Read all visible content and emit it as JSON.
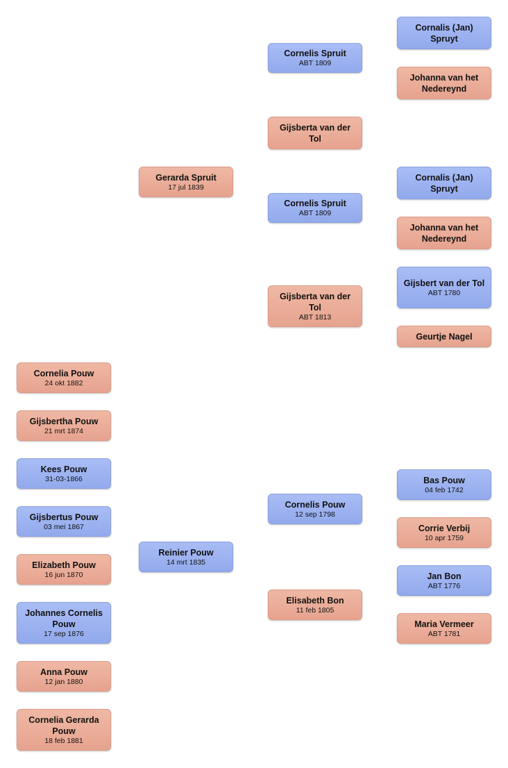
{
  "tree": {
    "persons": [
      {
        "id": "p1",
        "name": "Cornalis (Jan) Spruyt",
        "date": "",
        "gender": "male"
      },
      {
        "id": "p2",
        "name": "Cornelis Spruit",
        "date": "ABT 1809",
        "gender": "male"
      },
      {
        "id": "p3",
        "name": "Johanna van het Nedereynd",
        "date": "",
        "gender": "female"
      },
      {
        "id": "p4",
        "name": "Gijsberta van der Tol",
        "date": "",
        "gender": "female"
      },
      {
        "id": "p5",
        "name": "Gerarda Spruit",
        "date": "17 jul 1839",
        "gender": "female"
      },
      {
        "id": "p6",
        "name": "Cornalis (Jan) Spruyt",
        "date": "",
        "gender": "male"
      },
      {
        "id": "p7",
        "name": "Cornelis Spruit",
        "date": "ABT 1809",
        "gender": "male"
      },
      {
        "id": "p8",
        "name": "Johanna van het Nedereynd",
        "date": "",
        "gender": "female"
      },
      {
        "id": "p9",
        "name": "Gijsbert van der Tol",
        "date": "ABT 1780",
        "gender": "male"
      },
      {
        "id": "p10",
        "name": "Gijsberta van der Tol",
        "date": "ABT 1813",
        "gender": "female"
      },
      {
        "id": "p11",
        "name": "Geurtje Nagel",
        "date": "",
        "gender": "female"
      },
      {
        "id": "p12",
        "name": "Cornelia Pouw",
        "date": "24 okt 1882",
        "gender": "female"
      },
      {
        "id": "p13",
        "name": "Gijsbertha Pouw",
        "date": "21 mrt 1874",
        "gender": "female"
      },
      {
        "id": "p14",
        "name": "Kees Pouw",
        "date": "31-03-1866",
        "gender": "male"
      },
      {
        "id": "p15",
        "name": "Bas Pouw",
        "date": "04 feb 1742",
        "gender": "male"
      },
      {
        "id": "p16",
        "name": "Cornelis Pouw",
        "date": "12 sep 1798",
        "gender": "male"
      },
      {
        "id": "p17",
        "name": "Gijsbertus Pouw",
        "date": "03 mei 1867",
        "gender": "male"
      },
      {
        "id": "p18",
        "name": "Corrie Verbij",
        "date": "10 apr 1759",
        "gender": "female"
      },
      {
        "id": "p19",
        "name": "Reinier Pouw",
        "date": "14 mrt 1835",
        "gender": "male"
      },
      {
        "id": "p20",
        "name": "Elizabeth Pouw",
        "date": "16 jun 1870",
        "gender": "female"
      },
      {
        "id": "p21",
        "name": "Jan Bon",
        "date": "ABT 1776",
        "gender": "male"
      },
      {
        "id": "p22",
        "name": "Elisabeth Bon",
        "date": "11 feb 1805",
        "gender": "female"
      },
      {
        "id": "p23",
        "name": "Johannes Cornelis Pouw",
        "date": "17 sep 1876",
        "gender": "male"
      },
      {
        "id": "p24",
        "name": "Maria Vermeer",
        "date": "ABT 1781",
        "gender": "female"
      },
      {
        "id": "p25",
        "name": "Anna Pouw",
        "date": "12 jan 1880",
        "gender": "female"
      },
      {
        "id": "p26",
        "name": "Cornelia Gerarda Pouw",
        "date": "18 feb 1881",
        "gender": "female"
      }
    ]
  },
  "colors": {
    "male": "#9fb4f2",
    "female": "#eaad98"
  }
}
